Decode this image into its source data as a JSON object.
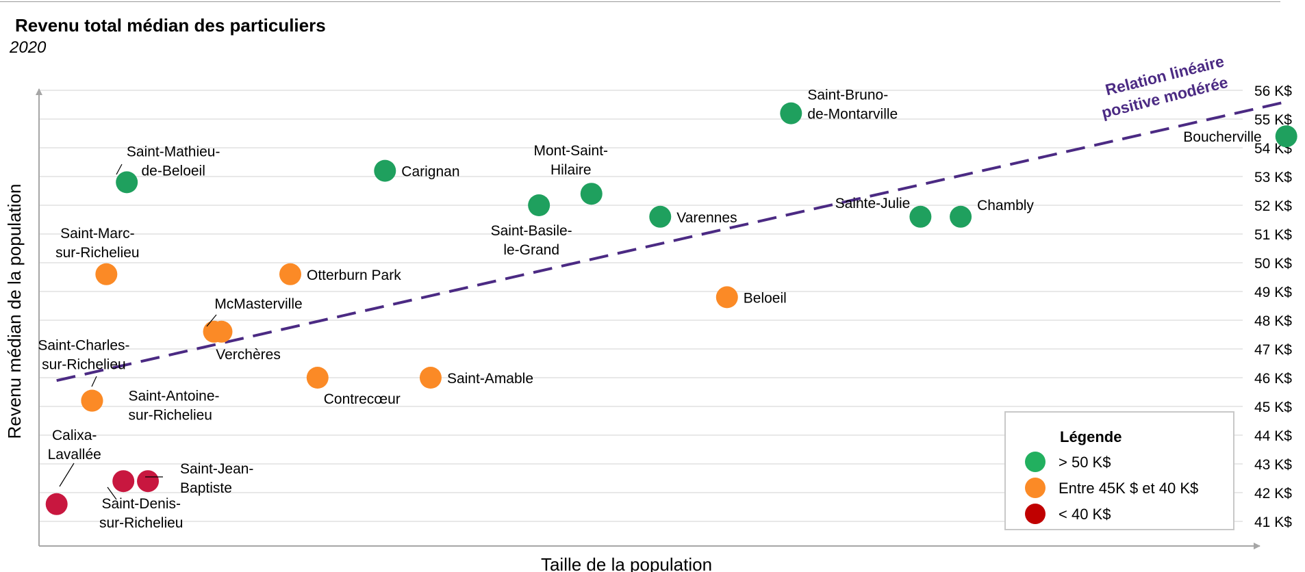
{
  "chart_data": {
    "type": "scatter",
    "title": "Revenu total médian des particuliers",
    "subtitle": "2020",
    "xlabel": "Taille de la population",
    "ylabel": "Revenu médian de la population",
    "y_axis_position": "right",
    "x_ticks_shown": false,
    "ylim": [
      40.5,
      56.5
    ],
    "y_ticks": [
      41,
      42,
      43,
      44,
      45,
      46,
      47,
      48,
      49,
      50,
      51,
      52,
      53,
      54,
      55,
      56
    ],
    "y_tick_suffix": " K$",
    "grid": "horizontal",
    "colors": {
      "green": "#1fa05e",
      "orange": "#fb8a26",
      "red": "#c8173f",
      "trend": "#4b2a83"
    },
    "points": [
      {
        "label": "Saint-Bruno-\nde-Montarville",
        "x": 1137,
        "y": 55.2,
        "cat": "green"
      },
      {
        "label": "Boucherville",
        "x": 1864,
        "y": 54.4,
        "cat": "green"
      },
      {
        "label": "Saint-Mathieu-\nde-Beloeil",
        "x": 162,
        "y": 52.8,
        "cat": "green"
      },
      {
        "label": "Carignan",
        "x": 541,
        "y": 53.2,
        "cat": "green"
      },
      {
        "label": "Mont-Saint-\nHilaire",
        "x": 844,
        "y": 52.4,
        "cat": "green"
      },
      {
        "label": "Saint-Basile-\nle-Grand",
        "x": 767,
        "y": 52.0,
        "cat": "green"
      },
      {
        "label": "Varennes",
        "x": 945,
        "y": 51.6,
        "cat": "green"
      },
      {
        "label": "Sainte-Julie",
        "x": 1327,
        "y": 51.6,
        "cat": "green"
      },
      {
        "label": "Chambly",
        "x": 1386,
        "y": 51.6,
        "cat": "green"
      },
      {
        "label": "Saint-Marc-\nsur-Richelieu",
        "x": 132,
        "y": 49.6,
        "cat": "orange"
      },
      {
        "label": "Otterburn Park",
        "x": 402,
        "y": 49.6,
        "cat": "orange"
      },
      {
        "label": "Beloeil",
        "x": 1043,
        "y": 48.8,
        "cat": "orange"
      },
      {
        "label": "McMasterville",
        "x": 301,
        "y": 47.6,
        "cat": "orange"
      },
      {
        "label": "Verchères",
        "x": 290,
        "y": 47.6,
        "cat": "orange"
      },
      {
        "label": "Saint-Charles-\nsur-Richelieu",
        "x": 111,
        "y": 45.2,
        "cat": "orange"
      },
      {
        "label": "Saint-Antoine-\nsur-Richelieu",
        "x": 111,
        "y": 45.2,
        "cat": "orange"
      },
      {
        "label": "Contrecœur",
        "x": 442,
        "y": 46.0,
        "cat": "orange"
      },
      {
        "label": "Saint-Amable",
        "x": 608,
        "y": 46.0,
        "cat": "orange"
      },
      {
        "label": "Calixa-\nLavallée",
        "x": 59,
        "y": 41.6,
        "cat": "red"
      },
      {
        "label": "Saint-Jean-\nBaptiste",
        "x": 193,
        "y": 42.4,
        "cat": "red"
      },
      {
        "label": "Saint-Denis-\nsur-Richelieu",
        "x": 157,
        "y": 42.4,
        "cat": "red"
      }
    ],
    "trendline": {
      "label_line1": "Relation linéaire",
      "label_line2": "positive modérée",
      "from": {
        "x": 59,
        "y": 45.9
      },
      "to": {
        "x": 1864,
        "y": 55.6
      }
    },
    "legend": {
      "title": "Légende",
      "position": "bottom-right",
      "items": [
        {
          "label": "> 50 K$",
          "cat": "green"
        },
        {
          "label": "Entre 45K $ et 40 K$",
          "cat": "orange"
        },
        {
          "label": "< 40 K$",
          "cat": "red"
        }
      ]
    }
  }
}
